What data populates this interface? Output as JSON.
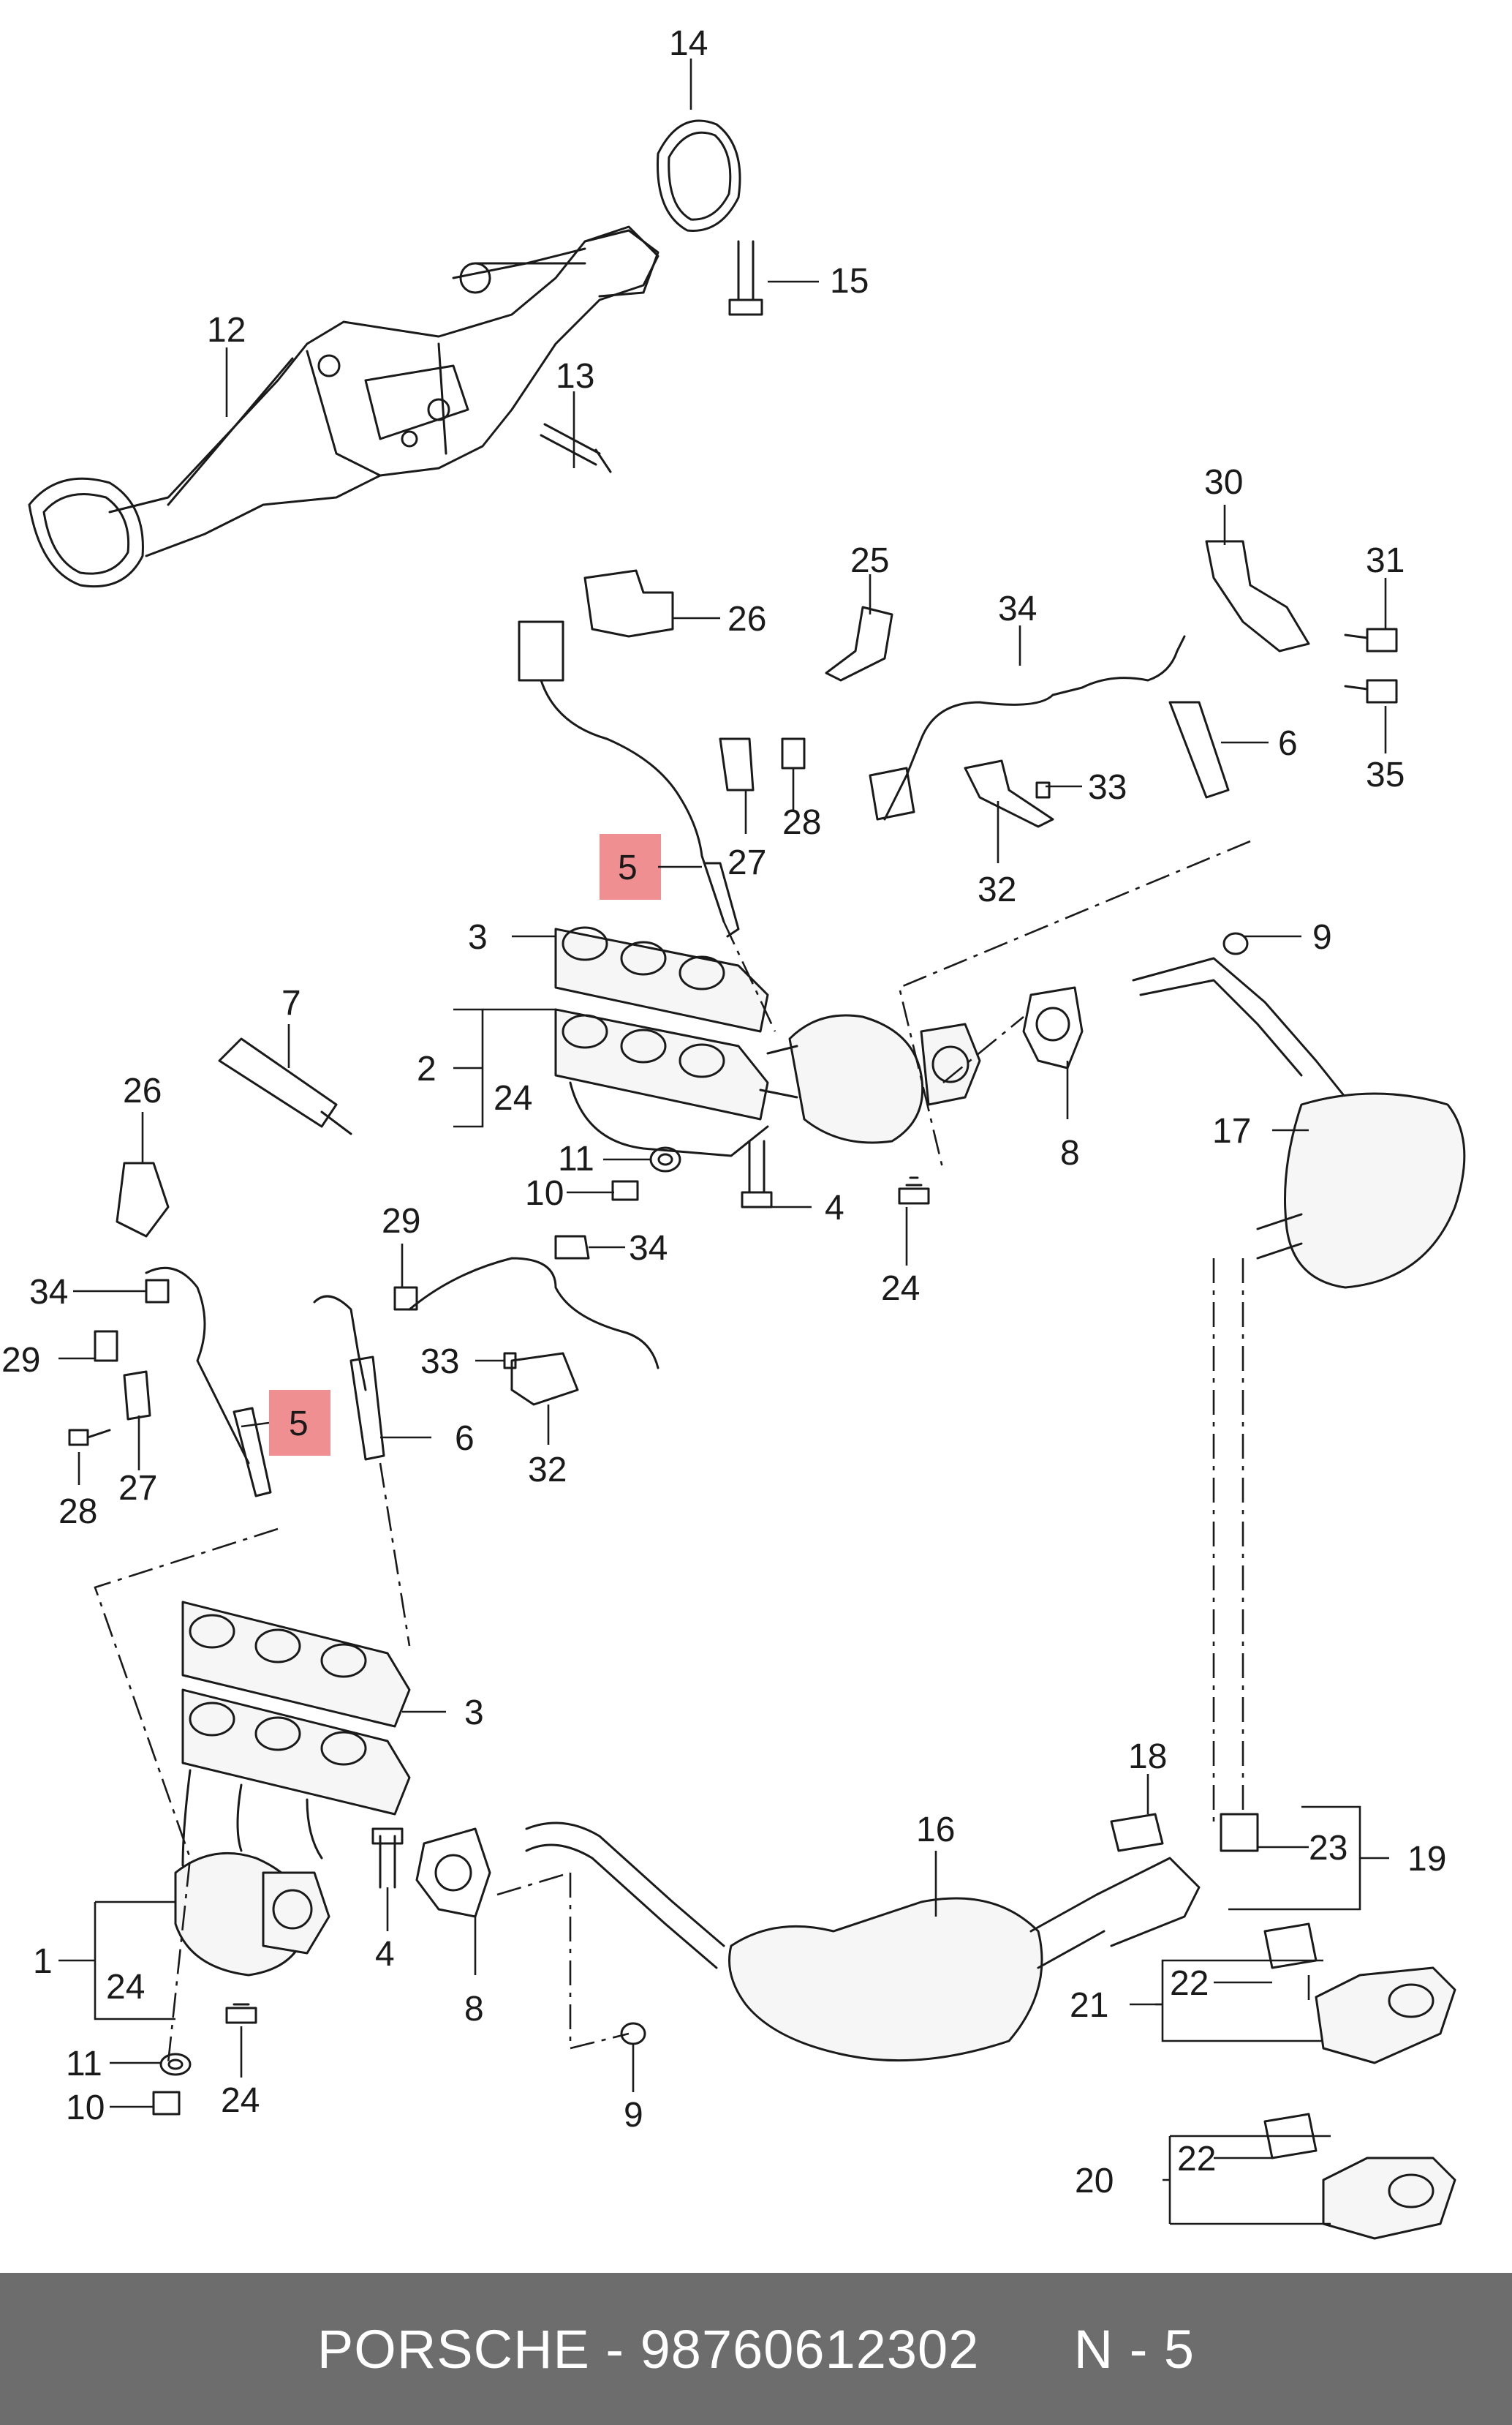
{
  "diagram": {
    "callouts": [
      {
        "id": "c14",
        "text": "14"
      },
      {
        "id": "c15",
        "text": "15"
      },
      {
        "id": "c12",
        "text": "12"
      },
      {
        "id": "c13",
        "text": "13"
      },
      {
        "id": "c26a",
        "text": "26"
      },
      {
        "id": "c25",
        "text": "25"
      },
      {
        "id": "c30",
        "text": "30"
      },
      {
        "id": "c31",
        "text": "31"
      },
      {
        "id": "c34a",
        "text": "34"
      },
      {
        "id": "c35",
        "text": "35"
      },
      {
        "id": "c6a",
        "text": "6"
      },
      {
        "id": "c33a",
        "text": "33"
      },
      {
        "id": "c28a",
        "text": "28"
      },
      {
        "id": "c27a",
        "text": "27"
      },
      {
        "id": "c32a",
        "text": "32"
      },
      {
        "id": "c5a",
        "text": "5"
      },
      {
        "id": "c3a",
        "text": "3"
      },
      {
        "id": "c9a",
        "text": "9"
      },
      {
        "id": "c7",
        "text": "7"
      },
      {
        "id": "c2",
        "text": "2"
      },
      {
        "id": "c24a",
        "text": "24"
      },
      {
        "id": "c8a",
        "text": "8"
      },
      {
        "id": "c17",
        "text": "17"
      },
      {
        "id": "c11a",
        "text": "11"
      },
      {
        "id": "c10a",
        "text": "10"
      },
      {
        "id": "c4a",
        "text": "4"
      },
      {
        "id": "c24b",
        "text": "24"
      },
      {
        "id": "c26b",
        "text": "26"
      },
      {
        "id": "c29a",
        "text": "29"
      },
      {
        "id": "c34b",
        "text": "34"
      },
      {
        "id": "c34c",
        "text": "34"
      },
      {
        "id": "c29b",
        "text": "29"
      },
      {
        "id": "c33b",
        "text": "33"
      },
      {
        "id": "c5b",
        "text": "5"
      },
      {
        "id": "c6b",
        "text": "6"
      },
      {
        "id": "c32b",
        "text": "32"
      },
      {
        "id": "c28b",
        "text": "28"
      },
      {
        "id": "c27b",
        "text": "27"
      },
      {
        "id": "c3b",
        "text": "3"
      },
      {
        "id": "c18",
        "text": "18"
      },
      {
        "id": "c16",
        "text": "16"
      },
      {
        "id": "c23",
        "text": "23"
      },
      {
        "id": "c19",
        "text": "19"
      },
      {
        "id": "c1",
        "text": "1"
      },
      {
        "id": "c24c",
        "text": "24"
      },
      {
        "id": "c4b",
        "text": "4"
      },
      {
        "id": "c8b",
        "text": "8"
      },
      {
        "id": "c22a",
        "text": "22"
      },
      {
        "id": "c21",
        "text": "21"
      },
      {
        "id": "c11b",
        "text": "11"
      },
      {
        "id": "c24d",
        "text": "24"
      },
      {
        "id": "c10b",
        "text": "10"
      },
      {
        "id": "c9b",
        "text": "9"
      },
      {
        "id": "c22b",
        "text": "22"
      },
      {
        "id": "c20",
        "text": "20"
      }
    ],
    "highlight_color": "#f08f92",
    "line_color": "#1a1a1a"
  },
  "footer": {
    "text": "PORSCHE - 98760612302      N - 5",
    "background": "#6d6d6d"
  }
}
